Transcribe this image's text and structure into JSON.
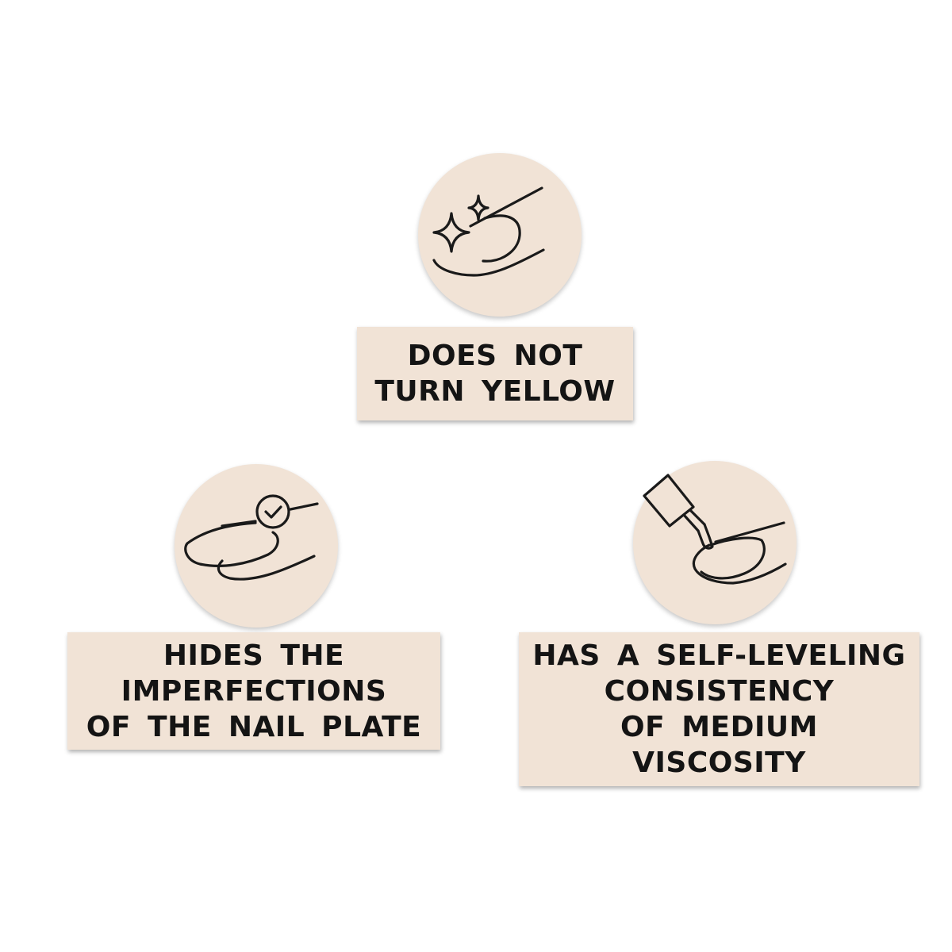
{
  "colors": {
    "background": "#ffffff",
    "panel": "#f1e3d6",
    "ink": "#1a1a1a",
    "text": "#141414"
  },
  "features": [
    {
      "icon": "sparkle-nail-icon",
      "lines": [
        "DOES NOT",
        "TURN YELLOW"
      ]
    },
    {
      "icon": "check-nail-icon",
      "lines": [
        "HIDES THE",
        "IMPERFECTIONS",
        "OF THE NAIL PLATE"
      ]
    },
    {
      "icon": "brush-nail-icon",
      "lines": [
        "HAS A SELF-LEVELING",
        "CONSISTENCY",
        "OF MEDIUM",
        "VISCOSITY"
      ]
    }
  ]
}
